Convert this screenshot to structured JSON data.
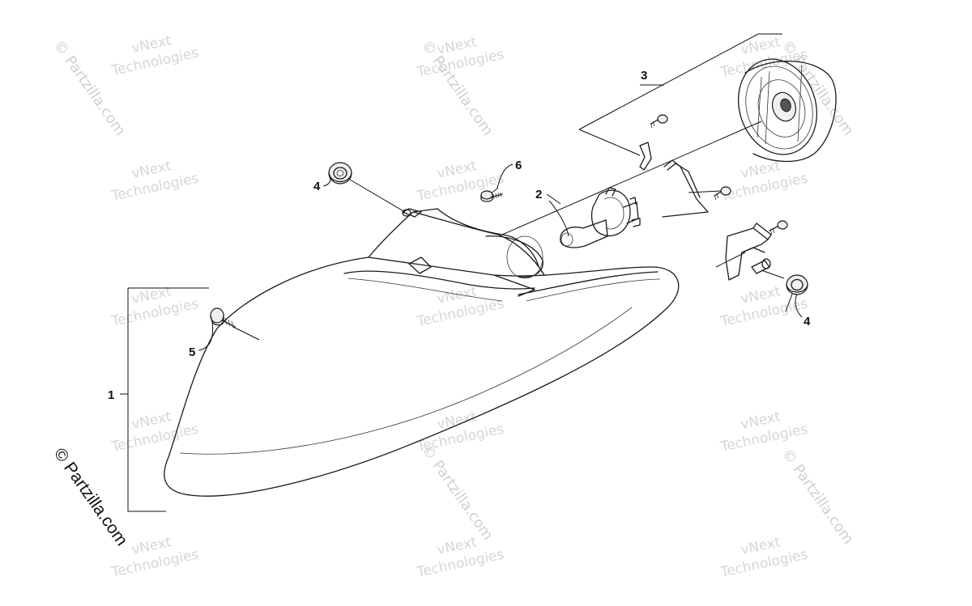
{
  "callouts": {
    "c1": "1",
    "c2": "2",
    "c3": "3",
    "c4a": "4",
    "c4b": "4",
    "c5": "5",
    "c6": "6"
  },
  "watermark": {
    "brand_line1": "vNext",
    "brand_line2": "Technologies",
    "site": "© Partzilla.com"
  },
  "copyright": "© Partzilla.com"
}
